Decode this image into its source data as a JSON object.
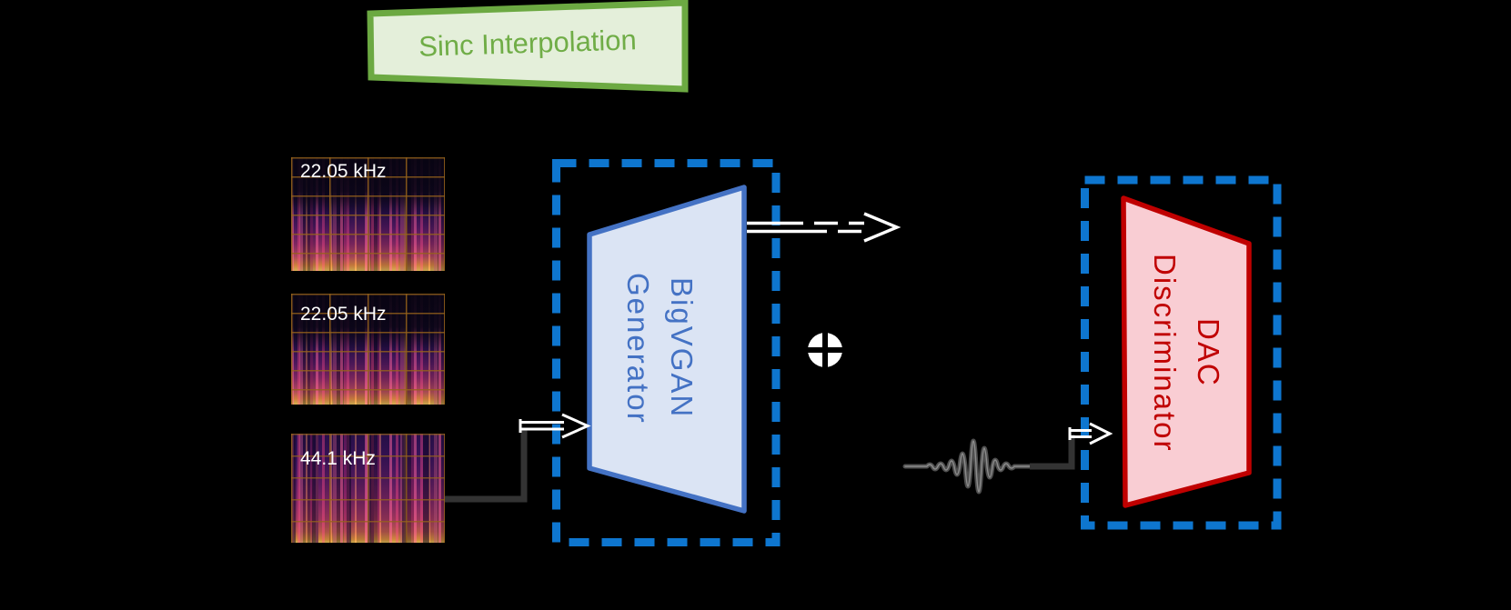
{
  "figure": {
    "sinc_box": {
      "label": "Sinc Interpolation",
      "border_color": "#6CA942",
      "fill_color": "#E4EFDA",
      "text_color": "#70AD47"
    },
    "spectrograms": [
      {
        "label": "22.05 kHz"
      },
      {
        "label": "22.05 kHz"
      },
      {
        "label": "44.1 kHz"
      }
    ],
    "generator": {
      "line1": "BigVGAN",
      "line2": "Generator",
      "border_color": "#4472C4",
      "fill_color": "#DBE4F4"
    },
    "discriminator": {
      "line1": "DAC",
      "line2": "Discriminator",
      "border_color": "#C00000",
      "fill_color": "#F9CDD3"
    },
    "dashed_box_color": "#0E76CF",
    "background_color": "#000000",
    "icon_names": {
      "sum": "sum-plus-icon",
      "waveform": "waveform-icon",
      "arrows": "open-double-line-arrow-icon"
    }
  }
}
